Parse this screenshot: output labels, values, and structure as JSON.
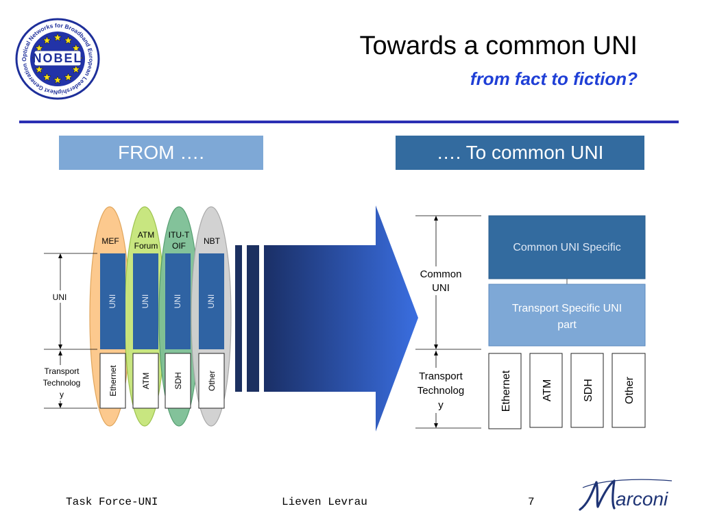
{
  "header": {
    "title": "Towards a common UNI",
    "subtitle": "from fact to fiction?",
    "logo_text": "NOBEL",
    "logo_ring_text": "Next Generation Optical Networks for Broadband European Leadership"
  },
  "from_box": {
    "label": "FROM …."
  },
  "to_box": {
    "label": "…. To common UNI"
  },
  "left_diagram": {
    "uni_label": "UNI",
    "transport_label": [
      "Transport",
      "Technolog",
      "y"
    ],
    "columns": [
      {
        "group": [
          "MEF"
        ],
        "uni": "UNI",
        "tech": "Ethernet",
        "ellipse_color": "#fcc98e"
      },
      {
        "group": [
          "ATM",
          "Forum"
        ],
        "uni": "UNI",
        "tech": "ATM",
        "ellipse_color": "#c6e57a"
      },
      {
        "group": [
          "ITU-T",
          "OIF"
        ],
        "uni": "UNI",
        "tech": "SDH",
        "ellipse_color": "#7dbf95"
      },
      {
        "group": [
          "NBT"
        ],
        "uni": "UNI",
        "tech": "Other",
        "ellipse_color": "#d0d0d0"
      }
    ]
  },
  "right_diagram": {
    "common_uni_label": [
      "Common",
      "UNI"
    ],
    "transport_label": [
      "Transport",
      "Technolog",
      "y"
    ],
    "common_specific": "Common UNI Specific",
    "transport_specific": [
      "Transport Specific UNI",
      "part"
    ],
    "techs": [
      "Ethernet",
      "ATM",
      "SDH",
      "Other"
    ]
  },
  "footer": {
    "left": "Task Force-UNI",
    "middle": "Lieven Levrau",
    "page": "7",
    "brand": "Marconi"
  },
  "colors": {
    "accent_rule": "#2b2fb3",
    "subtitle": "#1f3fd6",
    "from_box": "#7ea8d6",
    "to_box": "#336b9f",
    "uni_block": "#2f63a3",
    "common_specific": "#336b9f",
    "transport_specific": "#7ea8d6"
  }
}
